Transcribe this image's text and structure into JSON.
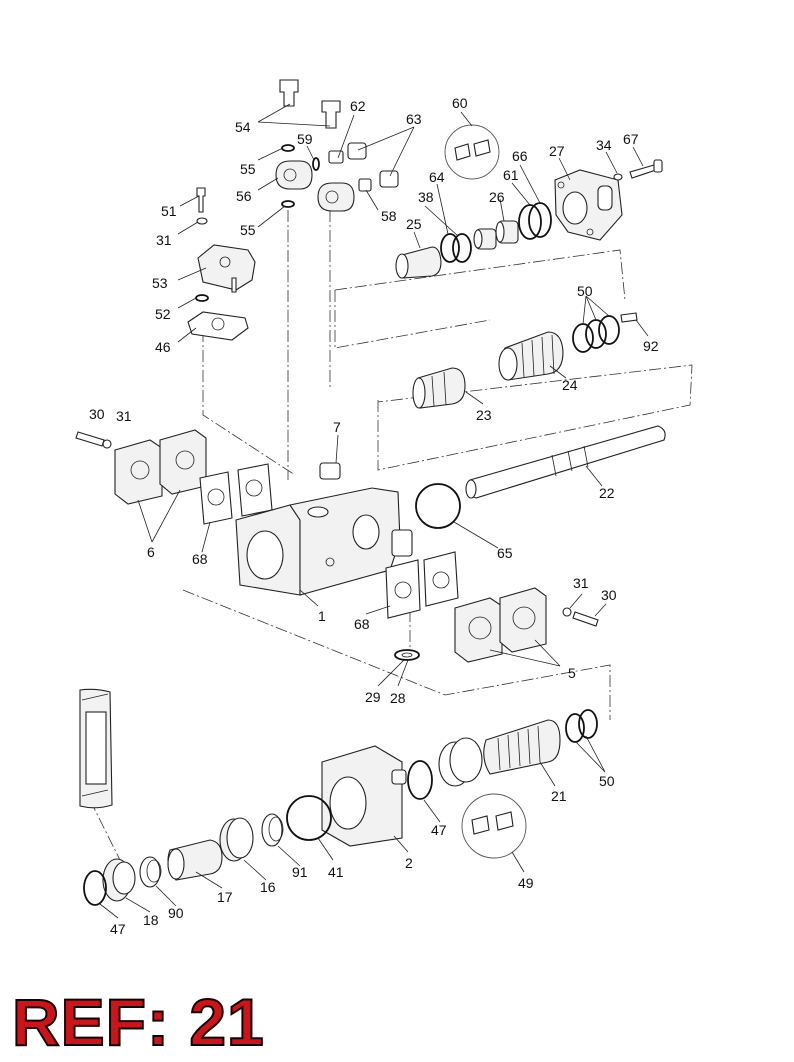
{
  "reference_label": "REF: 21",
  "colors": {
    "reference_label": "#c8161d",
    "line_art": "#222222",
    "background": "#ffffff"
  },
  "callouts": [
    "54",
    "62",
    "63",
    "60",
    "59",
    "55",
    "56",
    "58",
    "55",
    "51",
    "31",
    "53",
    "52",
    "46",
    "64",
    "66",
    "38",
    "61",
    "27",
    "34",
    "67",
    "25",
    "26",
    "50",
    "92",
    "24",
    "23",
    "22",
    "30",
    "31",
    "7",
    "6",
    "68",
    "65",
    "1",
    "68",
    "31",
    "30",
    "5",
    "29",
    "28",
    "47",
    "50",
    "21",
    "2",
    "41",
    "91",
    "16",
    "17",
    "90",
    "18",
    "47",
    "49"
  ]
}
